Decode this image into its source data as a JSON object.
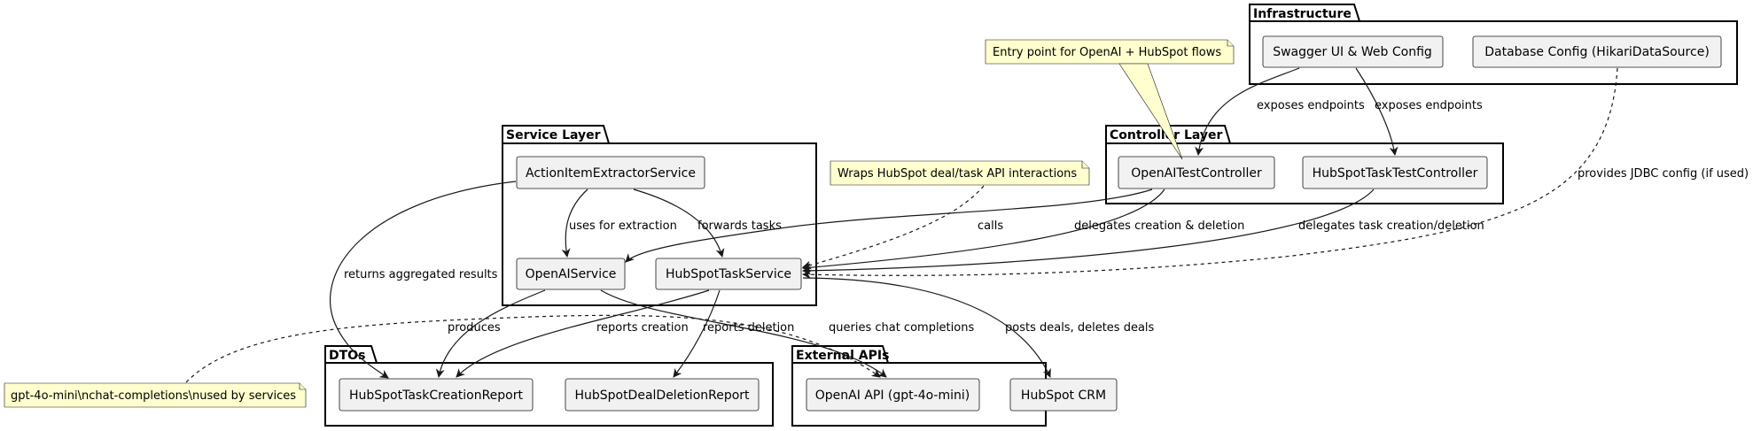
{
  "packages": {
    "infrastructure": "Infrastructure",
    "controller": "Controller Layer",
    "service": "Service Layer",
    "dtos": "DTOs",
    "external": "External APIs"
  },
  "components": {
    "swagger": "Swagger UI & Web Config",
    "db_config": "Database Config (HikariDataSource)",
    "openai_ctrl": "OpenAITestController",
    "hubspot_ctrl": "HubSpotTaskTestController",
    "extractor": "ActionItemExtractorService",
    "openai_svc": "OpenAIService",
    "hubspot_svc": "HubSpotTaskService",
    "task_report": "HubSpotTaskCreationReport",
    "deal_report": "HubSpotDealDeletionReport",
    "openai_api": "OpenAI API (gpt-4o-mini)",
    "hubspot_crm": "HubSpot CRM"
  },
  "notes": {
    "entry_point": "Entry point for OpenAI + HubSpot flows",
    "wraps": "Wraps HubSpot deal/task API interactions",
    "gpt": "gpt-4o-mini\\nchat-completions\\nused by services"
  },
  "edge_labels": {
    "exposes1": "exposes endpoints",
    "exposes2": "exposes endpoints",
    "jdbc": "provides JDBC config (if used)",
    "calls": "calls",
    "delegates_cd": "delegates creation & deletion",
    "delegates_task": "delegates task creation/deletion",
    "uses_extraction": "uses for extraction",
    "forwards": "forwards tasks",
    "returns": "returns aggregated results",
    "produces": "produces",
    "reports_creation": "reports creation",
    "reports_deletion": "reports deletion",
    "queries": "queries chat completions",
    "posts": "posts deals, deletes deals"
  }
}
